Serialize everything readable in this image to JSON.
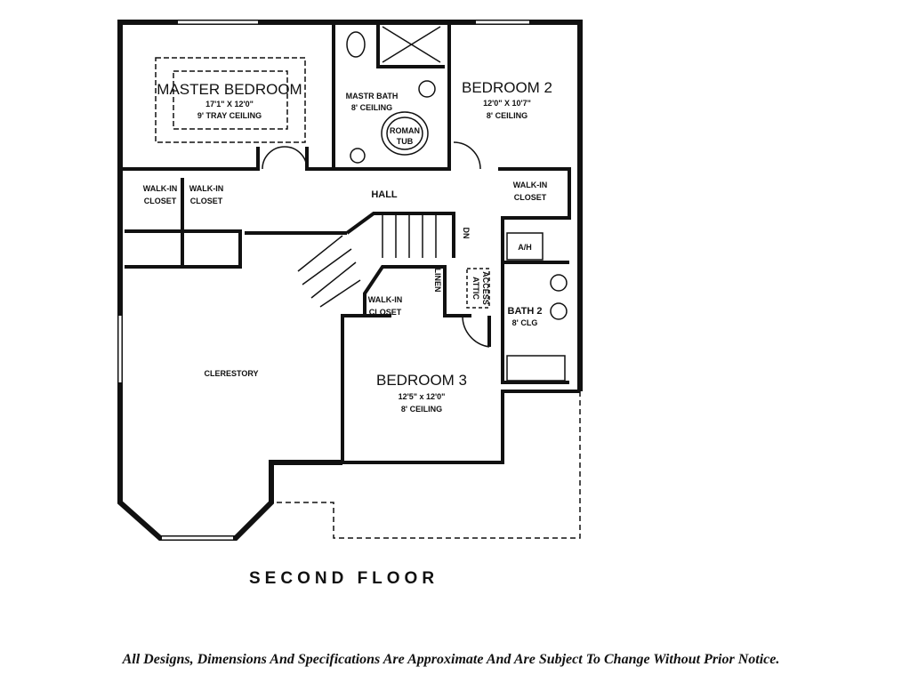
{
  "plan": {
    "title": "SECOND FLOOR",
    "disclaimer": "All Designs, Dimensions And Specifications Are Approximate And Are Subject To Change Without Prior Notice.",
    "rooms": {
      "master_bedroom": {
        "name": "MASTER BEDROOM",
        "size": "17'1\" X 12'0\"",
        "ceiling": "9' TRAY CEILING"
      },
      "master_bath": {
        "name": "MASTR BATH",
        "ceiling": "8' CEILING"
      },
      "roman_tub": {
        "line1": "ROMAN",
        "line2": "TUB"
      },
      "bedroom2": {
        "name": "BEDROOM 2",
        "size": "12'0\" X 10'7\"",
        "ceiling": "8' CEILING"
      },
      "closet1": {
        "line1": "WALK-IN",
        "line2": "CLOSET"
      },
      "closet2": {
        "line1": "WALK-IN",
        "line2": "CLOSET"
      },
      "closet3": {
        "line1": "WALK-IN",
        "line2": "CLOSET"
      },
      "closet4": {
        "line1": "WALK-IN",
        "line2": "CLOSET"
      },
      "hall": "HALL",
      "stairs_down": "DN",
      "air_handler": "A/H",
      "linen": "LINEN",
      "attic": {
        "line1": "ATTIC",
        "line2": "ACCESS"
      },
      "bath2": {
        "name": "BATH 2",
        "ceiling": "8' CLG"
      },
      "clerestory": "CLERESTORY",
      "bedroom3": {
        "name": "BEDROOM 3",
        "size": "12'5\" x 12'0\"",
        "ceiling": "8' CEILING"
      }
    }
  }
}
